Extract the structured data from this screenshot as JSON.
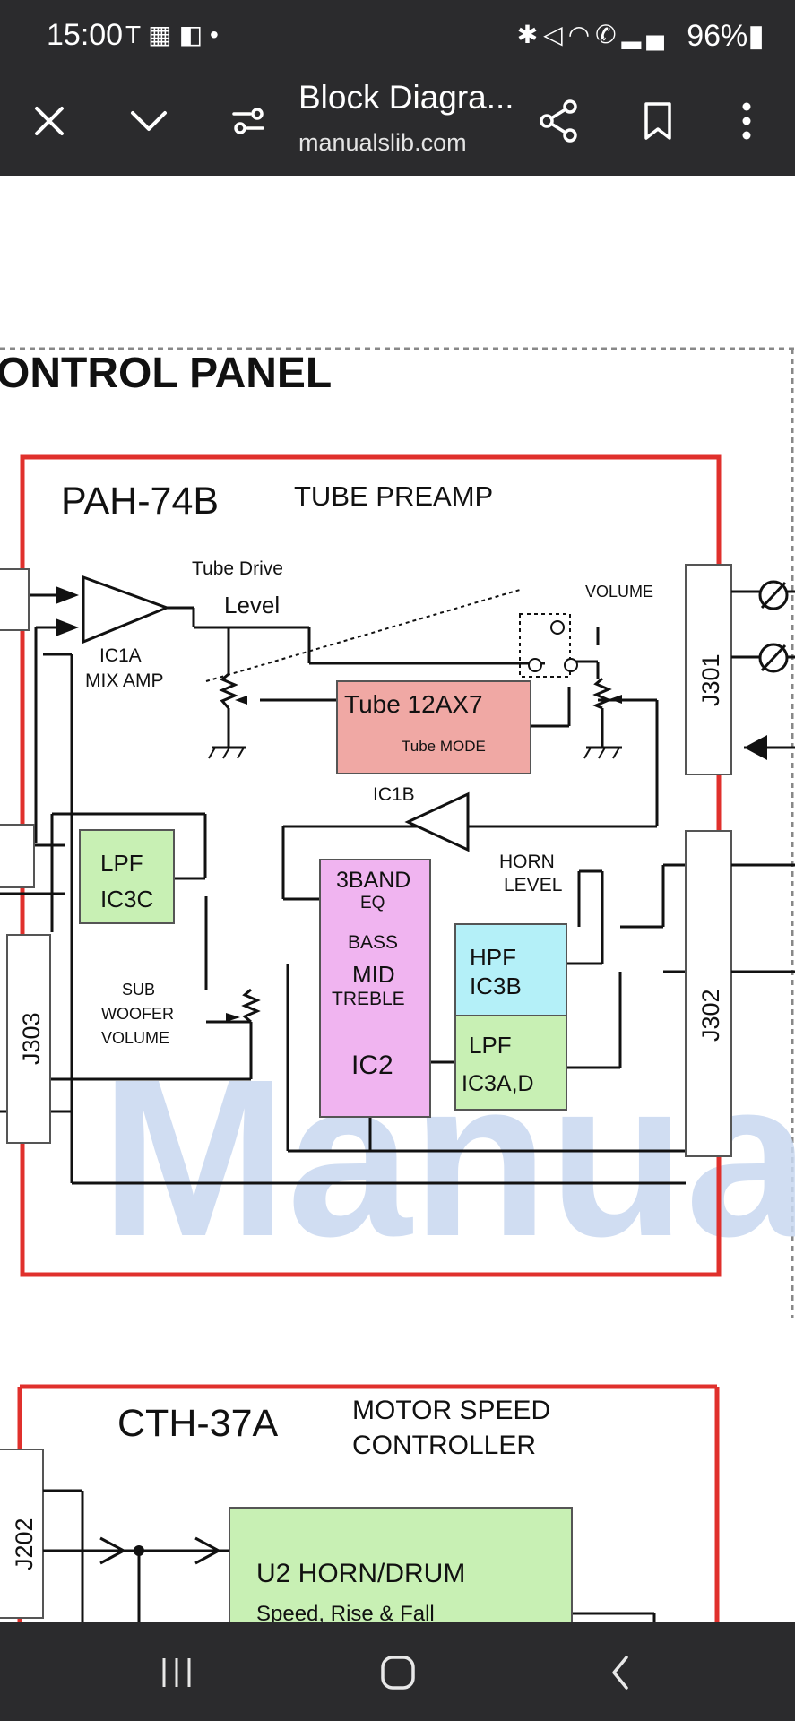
{
  "status_bar": {
    "time": "15:00",
    "left_icons": [
      "tesla-icon",
      "calendar-icon",
      "notification-icon",
      "dot-icon"
    ],
    "right_icons": [
      "bluetooth-icon",
      "mute-icon",
      "wifi-icon",
      "wifi-call-icon",
      "signal-icon"
    ],
    "battery_percent": "96%"
  },
  "toolbar": {
    "title": "Block Diagra...",
    "url": "manualslib.com"
  },
  "page": {
    "section_title": "ONTROL PANEL",
    "watermark": "Manua",
    "pah": {
      "model": "PAH-74B",
      "subtitle": "TUBE PREAMP",
      "tube_drive": "Tube Drive",
      "level": "Level",
      "ic1a": "IC1A",
      "mix_amp": "MIX AMP",
      "volume": "VOLUME",
      "tube": "Tube 12AX7",
      "tube_mode": "Tube MODE",
      "ic1b": "IC1B",
      "horn": "HORN",
      "horn_level": "LEVEL",
      "lpf1": "LPF",
      "ic3c": "IC3C",
      "eq_3band": "3BAND",
      "eq": "EQ",
      "bass": "BASS",
      "mid": "MID",
      "treble": "TREBLE",
      "ic2": "IC2",
      "hpf": "HPF",
      "ic3b": "IC3B",
      "lpf2": "LPF",
      "ic3ad": "IC3A,D",
      "sub": "SUB",
      "woofer": "WOOFER",
      "sub_volume": "VOLUME",
      "j301": "J301",
      "j302": "J302",
      "j303": "J303"
    },
    "cth": {
      "model": "CTH-37A",
      "subtitle1": "MOTOR SPEED",
      "subtitle2": "CONTROLLER",
      "j202": "J202",
      "u2": "U2 HORN/DRUM",
      "u2_sub": "Speed, Rise & Fall"
    }
  },
  "colors": {
    "bar": "#2b2b2d",
    "frame_red": "#e0302c",
    "green_box": "#c8f0b4",
    "pink_box": "#f0a8a4",
    "violet_box": "#f0b4f0",
    "cyan_box": "#b4f0f8",
    "watermark": "#c8d8f0"
  }
}
